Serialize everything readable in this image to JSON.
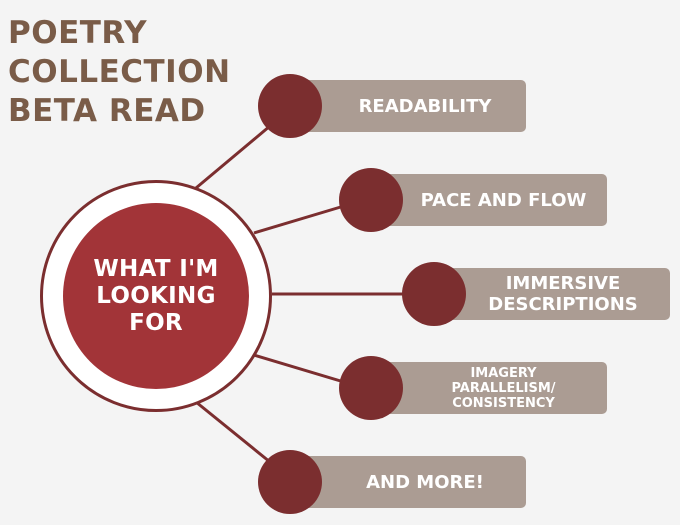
{
  "title": {
    "line1": "POETRY",
    "line2": "COLLECTION",
    "line3": "BETA READ"
  },
  "center": {
    "line1": "WHAT I'M",
    "line2": "LOOKING",
    "line3": "FOR"
  },
  "items": [
    {
      "lines": [
        "READABILITY"
      ]
    },
    {
      "lines": [
        "PACE AND FLOW"
      ]
    },
    {
      "lines": [
        "IMMERSIVE",
        "DESCRIPTIONS"
      ]
    },
    {
      "lines": [
        "IMAGERY",
        "PARALLELISM/",
        "CONSISTENCY"
      ]
    },
    {
      "lines": [
        "AND MORE!"
      ]
    }
  ],
  "colors": {
    "title": "#7a5c48",
    "center_fill": "#a23438",
    "dark_red": "#7b2e2f",
    "bar_fill": "#ab9c93",
    "background": "#f4f4f4"
  }
}
